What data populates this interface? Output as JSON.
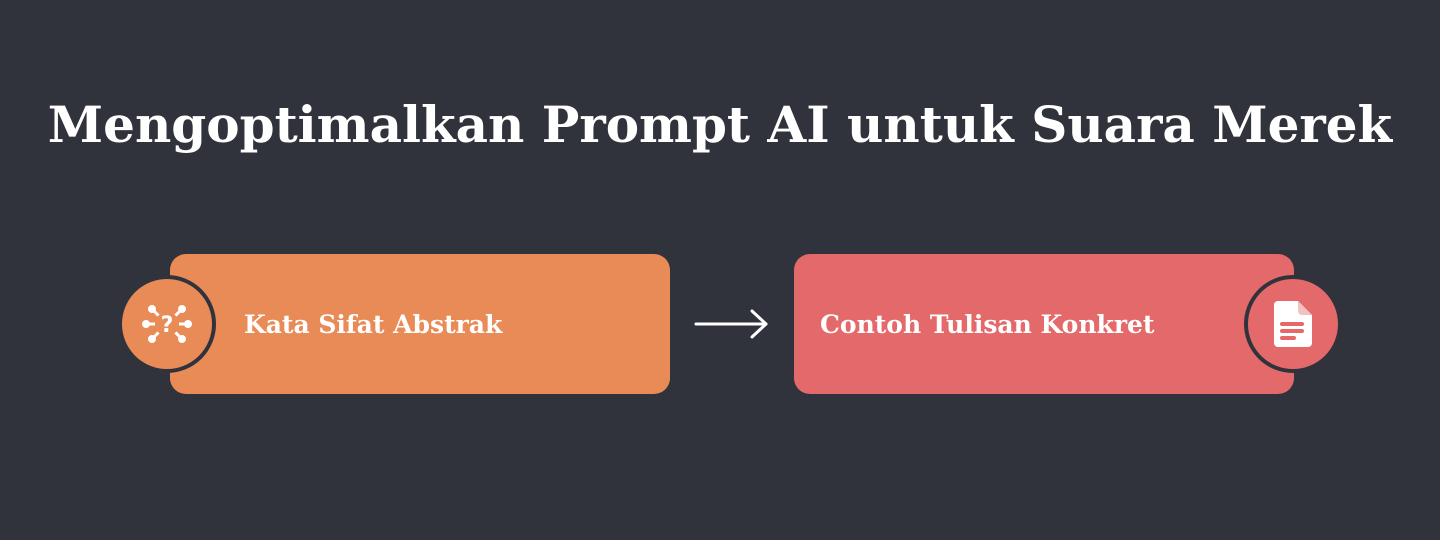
{
  "title": "Mengoptimalkan Prompt AI untuk Suara Merek",
  "source": {
    "label": "Kata Sifat Abstrak",
    "icon": "abstract-question-network-icon",
    "color": "#e88b56"
  },
  "target": {
    "label": "Contoh Tulisan Konkret",
    "icon": "document-icon",
    "color": "#e4696a"
  },
  "connector": {
    "icon": "right-arrow-icon"
  },
  "colors": {
    "background": "#30333b",
    "text": "#ffffff"
  }
}
